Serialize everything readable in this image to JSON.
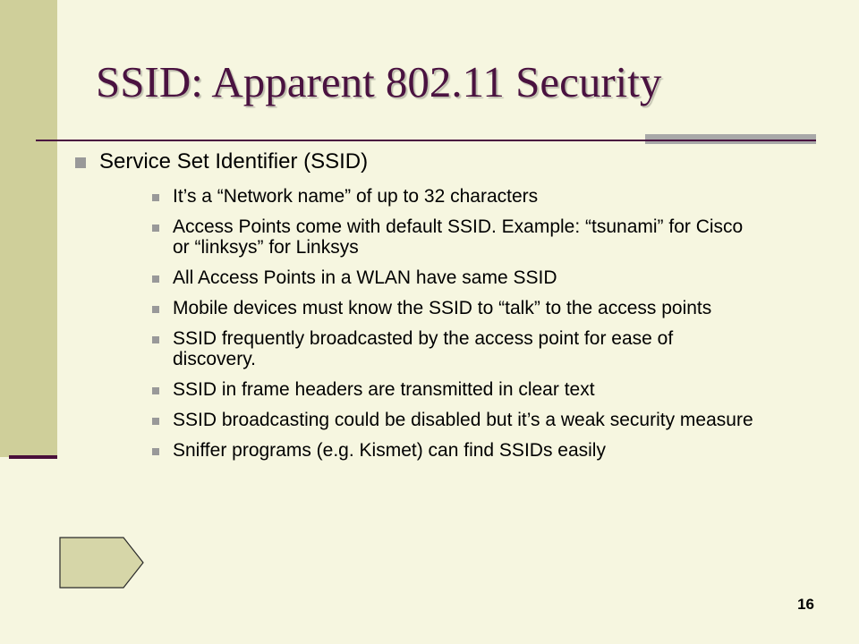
{
  "slide": {
    "title": "SSID: Apparent 802.11 Security",
    "main_bullet": "Service Set Identifier (SSID)",
    "sub_bullets": [
      "It’s a “Network name” of up to 32 characters",
      "Access Points come with default SSID. Example: “tsunami” for Cisco or “linksys” for Linksys",
      "All Access Points in a WLAN have same SSID",
      "Mobile devices must know the SSID to “talk” to the access points",
      "SSID frequently broadcasted by the access point for ease of discovery.",
      "SSID in frame headers are transmitted in clear text",
      "SSID broadcasting could be disabled but it’s a weak security measure",
      "Sniffer programs (e.g. Kismet) can find SSIDs easily"
    ],
    "page_number": "16"
  },
  "colors": {
    "background": "#f6f6e0",
    "left_band": "#cfcf9a",
    "title": "#4a1240",
    "rule": "#4a1240",
    "accent_rule": "#a8a8a8",
    "bullet": "#999999",
    "pentagon_fill": "#d6d6a8"
  }
}
